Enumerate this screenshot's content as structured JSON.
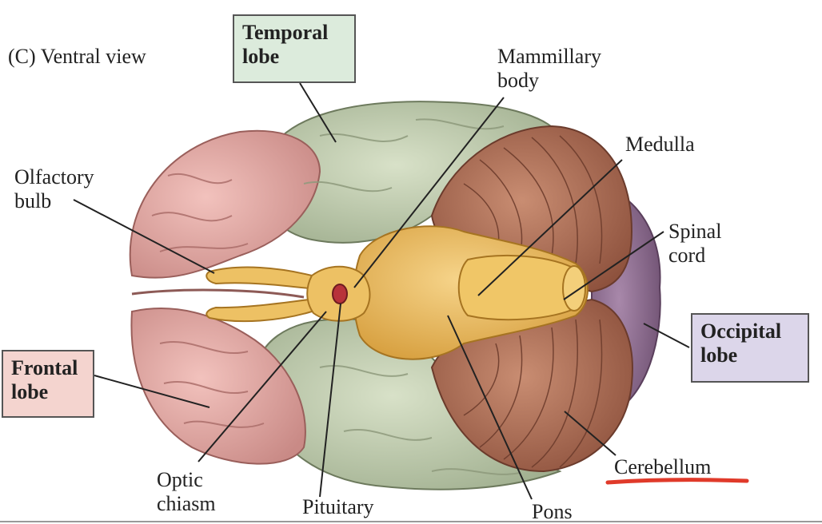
{
  "panel_title": "(C)  Ventral view",
  "boxed_labels": {
    "temporal": "Temporal\nlobe",
    "frontal": "Frontal\nlobe",
    "occipital": "Occipital\nlobe"
  },
  "labels": {
    "mammillary": "Mammillary\nbody",
    "medulla": "Medulla",
    "olfactory": "Olfactory\nbulb",
    "spinal": "Spinal\ncord",
    "optic": "Optic\nchiasm",
    "pituitary": "Pituitary",
    "pons": "Pons",
    "cerebellum": "Cerebellum"
  },
  "colors": {
    "frontal_lobe": "#e5a8a3",
    "temporal_lobe": "#c6d1b3",
    "brainstem": "#e8b95a",
    "cerebellum": "#b8785d",
    "occipital_lobe": "#8e6a90",
    "pituitary": "#b8323a",
    "highlight_underline": "#e03a2a"
  }
}
